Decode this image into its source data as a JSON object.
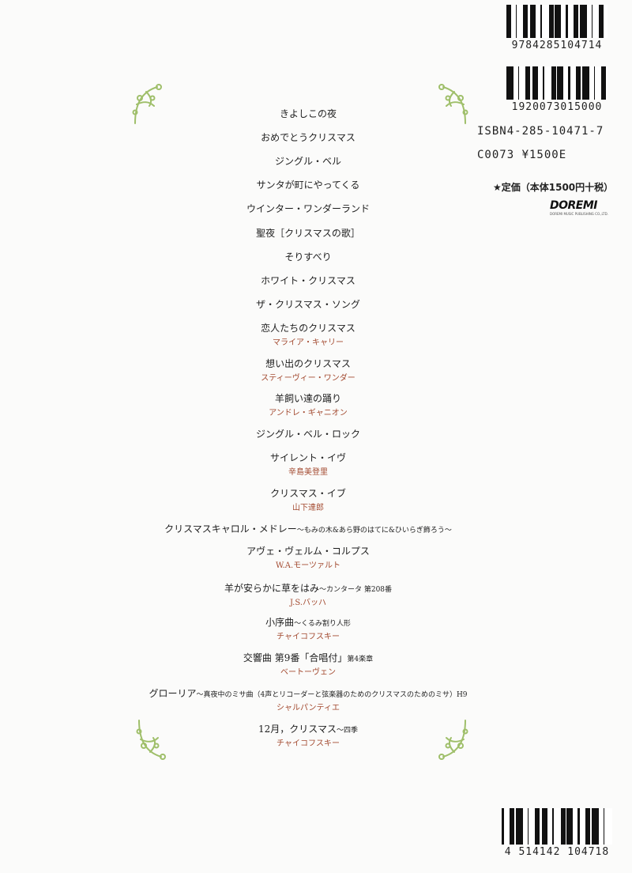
{
  "barcodes": {
    "top_number": "9784285104714",
    "second_number": "1920073015000",
    "bottom_number": "4 514142 104718"
  },
  "isbn": {
    "isbn": "ISBN4-285-10471-7",
    "code": "C0073 ¥1500E"
  },
  "price": "★定価（本体1500円十税）",
  "publisher_logo": "DOREMI",
  "publisher_sub": "DOREMI MUSIC PUBLISHING CO.,LTD.",
  "tracks": [
    {
      "title": "きよしこの夜"
    },
    {
      "title": "おめでとうクリスマス"
    },
    {
      "title": "ジングル・ベル"
    },
    {
      "title": "サンタが町にやってくる"
    },
    {
      "title": "ウインター・ワンダーランド"
    },
    {
      "title": "聖夜［クリスマスの歌］"
    },
    {
      "title": "そりすべり"
    },
    {
      "title": "ホワイト・クリスマス"
    },
    {
      "title": "ザ・クリスマス・ソング"
    },
    {
      "title": "恋人たちのクリスマス",
      "artist": "マライア・キャリー"
    },
    {
      "title": "想い出のクリスマス",
      "artist": "スティーヴィー・ワンダー"
    },
    {
      "title": "羊飼い達の踊り",
      "artist": "アンドレ・ギャニオン"
    },
    {
      "title": "ジングル・ベル・ロック"
    },
    {
      "title": "サイレント・イヴ",
      "artist": "辛島美登里"
    },
    {
      "title": "クリスマス・イブ",
      "artist": "山下達郎"
    },
    {
      "title": "クリスマスキャロル・メドレー",
      "note": "〜もみの木&あら野のはてに&ひいらぎ飾ろう〜"
    },
    {
      "title": "アヴェ・ヴェルム・コルプス",
      "artist": "W.A.モーツァルト"
    },
    {
      "title": "羊が安らかに草をはみ",
      "note": "〜カンタータ 第208番",
      "artist": "J.S.バッハ"
    },
    {
      "title": "小序曲",
      "note": "〜くるみ割り人形",
      "artist": "チャイコフスキー"
    },
    {
      "title": "交響曲 第9番「合唱付」",
      "note": "第4楽章",
      "artist": "ベートーヴェン"
    },
    {
      "title": "グローリア",
      "note": "〜真夜中のミサ曲（4声とリコーダーと弦楽器のためのクリスマスのためのミサ）H9",
      "artist": "シャルパンティエ"
    },
    {
      "title": "12月，クリスマス",
      "note": "〜四季",
      "artist": "チャイコフスキー"
    }
  ]
}
